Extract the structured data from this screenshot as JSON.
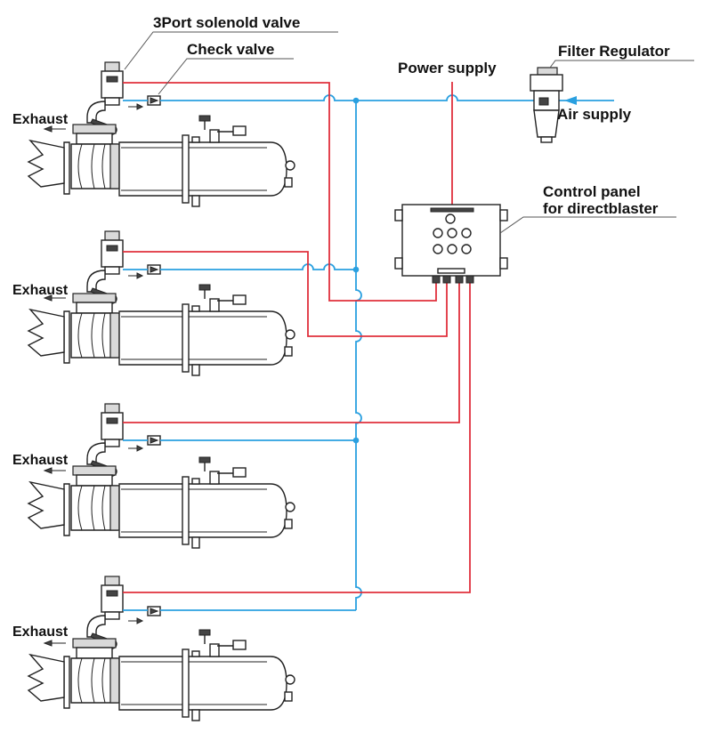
{
  "labels": {
    "solenoid_valve": "3Port solenold valve",
    "check_valve": "Check valve",
    "power_supply": "Power supply",
    "filter_regulator": "Filter Regulator",
    "air_supply": "Air supply",
    "control_panel_line1": "Control panel",
    "control_panel_line2": "for directblaster",
    "exhaust": "Exhaust"
  },
  "units_count": 4,
  "colors": {
    "air_line": "#2aa0e0",
    "power_line": "#e0303c",
    "outline": "#222222",
    "leader_line": "#555555"
  }
}
